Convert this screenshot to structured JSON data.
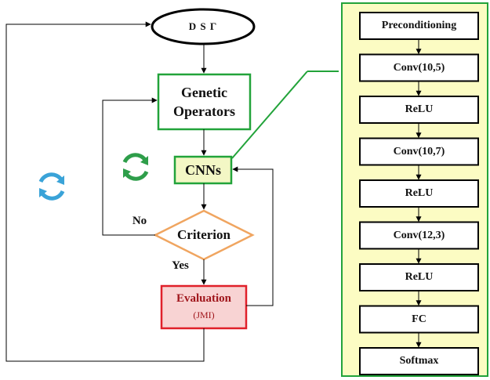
{
  "flowchart": {
    "start_label": "D S Γ",
    "genetic_operators_label": "Genetic\nOperators",
    "cnns_label": "CNNs",
    "criterion_label": "Criterion",
    "evaluation_label": "Evaluation",
    "evaluation_sub_label": "(JMI)",
    "no_label": "No",
    "yes_label": "Yes"
  },
  "cnn_architecture": {
    "layers": [
      "Preconditioning",
      "Conv(10,5)",
      "ReLU",
      "Conv(10,7)",
      "ReLU",
      "Conv(12,3)",
      "ReLU",
      "FC",
      "Softmax"
    ]
  },
  "icons": {
    "outer_cycle": "refresh-cycle-icon",
    "inner_cycle": "refresh-cycle-icon"
  },
  "colors": {
    "genetic_border": "#22a33a",
    "cnns_border": "#22a33a",
    "cnns_fill": "#f3f7c5",
    "criterion_border": "#f0a560",
    "evaluation_border": "#e0202a",
    "evaluation_fill": "#f8d3d3",
    "panel_border": "#22a33a",
    "panel_fill": "#fcfcc3",
    "outer_cycle": "#3aa3d8",
    "inner_cycle": "#2e9e4a"
  }
}
